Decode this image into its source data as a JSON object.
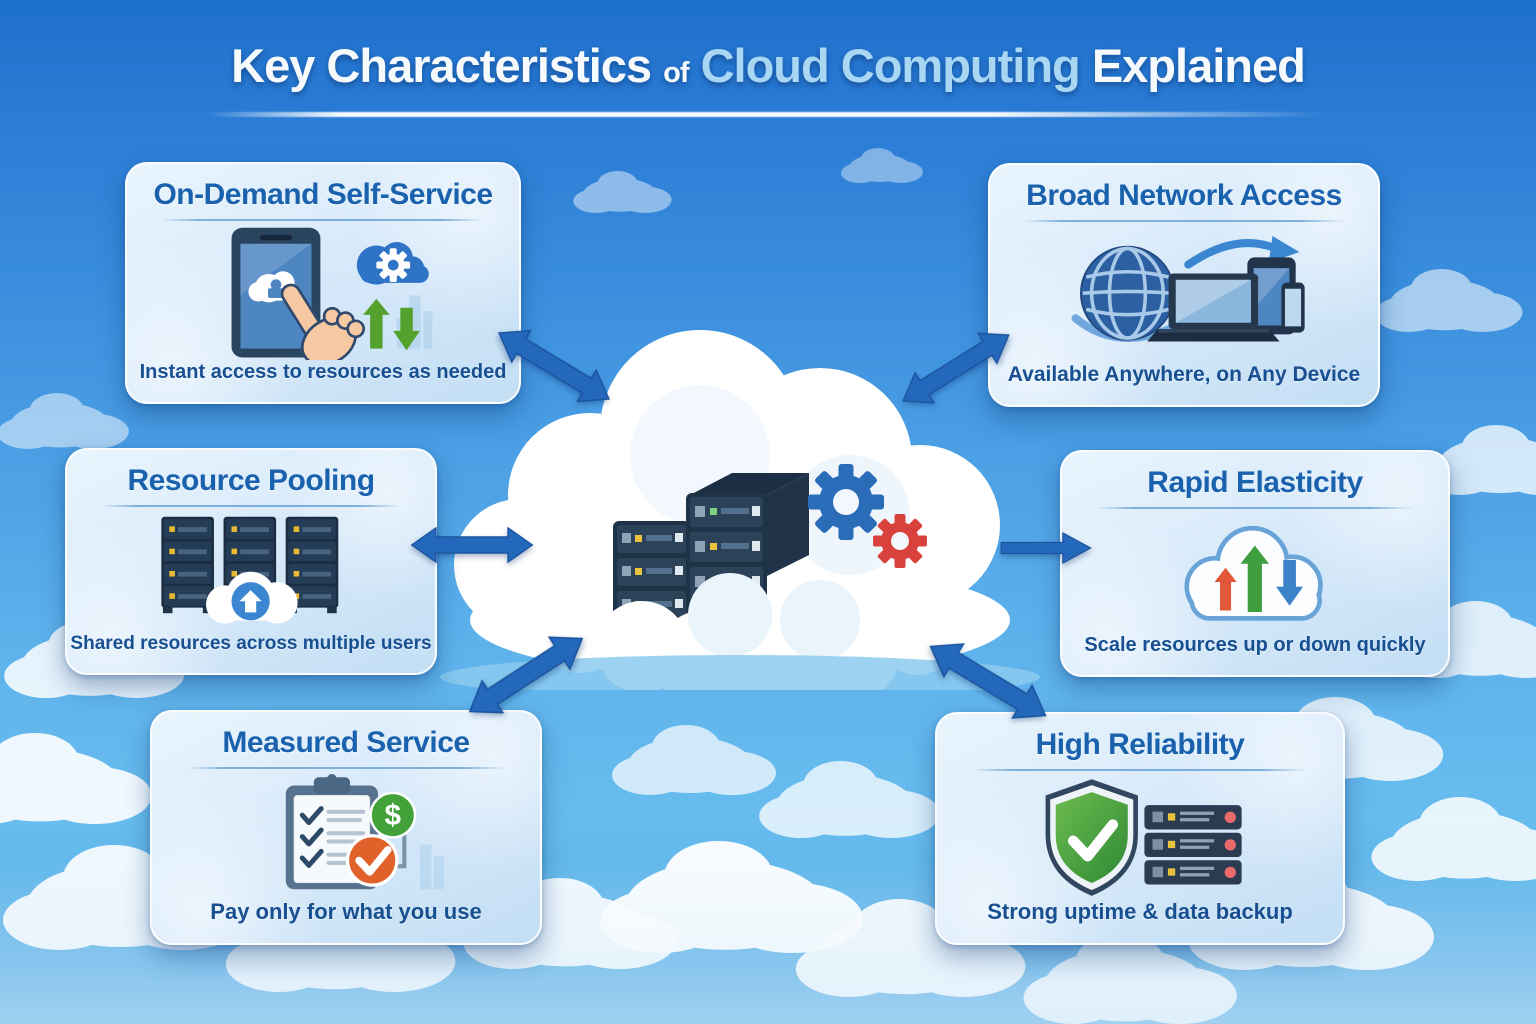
{
  "title": {
    "part_key": "Key Characteristics",
    "part_of": "of",
    "part_cloud": "Cloud Computing",
    "part_explained": "Explained"
  },
  "cards": [
    {
      "title": "On-Demand Self-Service",
      "caption": "Instant access to resources as needed"
    },
    {
      "title": "Broad Network Access",
      "caption": "Available Anywhere, on Any Device"
    },
    {
      "title": "Resource Pooling",
      "caption": "Shared resources across multiple users"
    },
    {
      "title": "Rapid Elasticity",
      "caption": "Scale resources up or down quickly"
    },
    {
      "title": "Measured Service",
      "caption": "Pay only for what you use"
    },
    {
      "title": "High Reliability",
      "caption": "Strong uptime & data backup"
    }
  ],
  "icons": {
    "dollar_symbol": "$",
    "on_demand": "tablet-touch-with-cloud-gear-and-sync-arrows",
    "broad_network": "globe-laptop-tablet-phone",
    "resource_pooling": "server-racks-with-upload-cloud",
    "rapid_elasticity": "cloud-with-scale-up-down-arrows",
    "measured_service": "checklist-clipboard-dollar-check",
    "high_reliability": "green-shield-check-with-servers",
    "center": "cloud-with-servers-and-gears"
  },
  "colors": {
    "sky_top": "#1e70cd",
    "sky_bottom": "#55ace4",
    "card_background": "#d8eafa",
    "card_heading": "#1a62ae",
    "card_caption": "#174f91",
    "title_text": "#f6fafd",
    "title_highlight": "#a8d6f3",
    "arrow_blue": "#2468bc",
    "gear_blue": "#2a6cb8",
    "gear_red": "#d9413c",
    "green": "#3f9e3e",
    "orange": "#e0622a",
    "server_navy": "#263a52"
  }
}
